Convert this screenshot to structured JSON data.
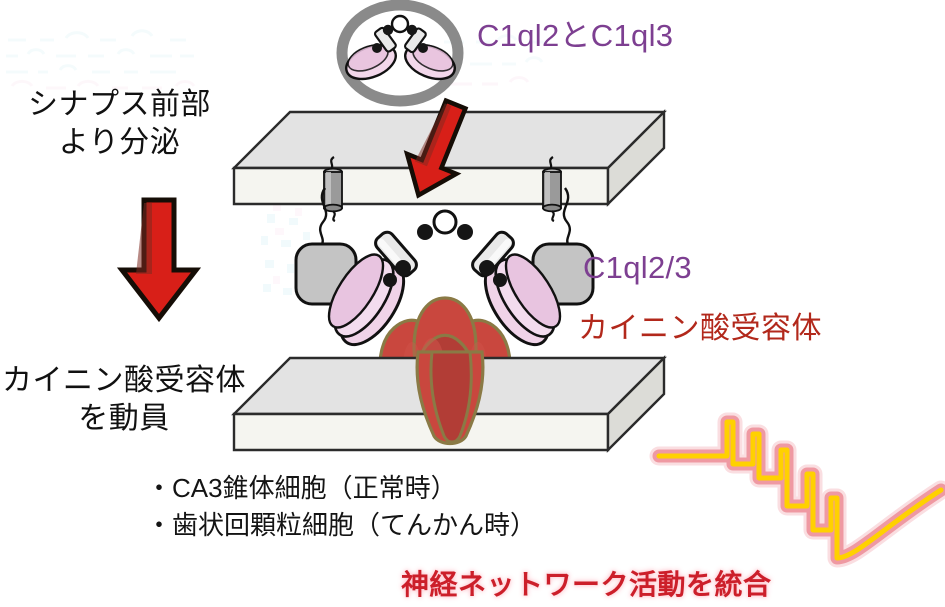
{
  "figure": {
    "title_label": "C1ql2/C1ql3 synaptic organizer diagram",
    "background_color": "#ffffff"
  },
  "labels": {
    "top_molecule": "C1ql2とC1ql3",
    "presynaptic_line1": "シナプス前部",
    "presynaptic_line2": "より分泌",
    "recruit_line1": "カイニン酸受容体",
    "recruit_line2": "を動員",
    "c1ql_complex": "C1ql2/3",
    "kainate_receptor": "カイニン酸受容体",
    "bullet_1": "・CA3錐体細胞（正常時）",
    "bullet_2": "・歯状回顆粒細胞（てんかん時）",
    "conclusion": "神経ネットワーク活動を統合"
  },
  "colors": {
    "purple_text": "#7d3f91",
    "red_text": "#b2281b",
    "conclusion_red": "#cc1f2a",
    "black_text": "#111111",
    "arrow_red": "#d81f18",
    "arrow_outline": "#1c1208",
    "membrane_top_face": "#e2e2e2",
    "membrane_front_face": "#f4f4ef",
    "membrane_outline": "#2b2b2b",
    "tm_cylinder": "#8e8e8e",
    "gray_domain": "#c3c3c3",
    "c1q_globule": "#efcfe4",
    "collagen_stalk": "#e8e8e8",
    "receptor_red": "#c9473e",
    "receptor_red_dark": "#b23d36",
    "receptor_outline": "#8a7a45",
    "ring_gray": "#8a8a8a",
    "trace_core": "#ffd100",
    "trace_glow": "#e8737f"
  },
  "elements": {
    "top_ring_icon": "circled-c1ql-molecule",
    "secretion_arrow": "red-tilted-down-arrow",
    "recruit_arrow": "red-down-arrow",
    "presyn_membrane": "presynaptic-membrane-slab",
    "postsyn_membrane": "postsynaptic-membrane-slab",
    "tm_anchor_left": "transmembrane-anchor-left",
    "tm_anchor_right": "transmembrane-anchor-right",
    "neurexin_left": "gray-receptor-domain-left",
    "neurexin_right": "gray-receptor-domain-right",
    "c1q_globule_left": "c1q-globular-domain-left",
    "c1q_globule_right": "c1q-globular-domain-right",
    "kainate_receptor_body": "kainate-receptor-cluster",
    "current_trace": "synaptic-current-trace"
  }
}
